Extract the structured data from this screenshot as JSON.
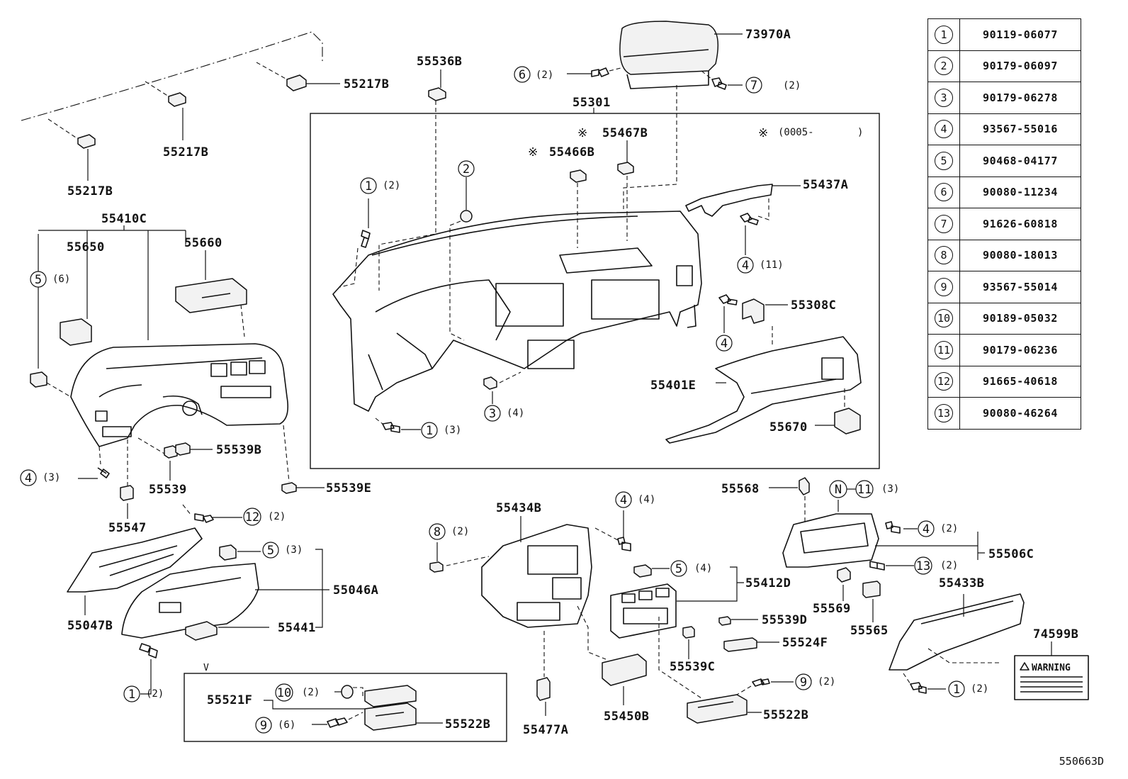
{
  "diagram": {
    "callouts": {
      "p73970A": "73970A",
      "p55536B": "55536B",
      "p55217B_a": "55217B",
      "p55217B_b": "55217B",
      "p55217B_c": "55217B",
      "p55301": "55301",
      "p55467B": "55467B",
      "p55466B": "55466B",
      "p55437A": "55437A",
      "p55410C": "55410C",
      "p55650": "55650",
      "p55660": "55660",
      "p55308C": "55308C",
      "p55401E": "55401E",
      "p55670": "55670",
      "p55539B": "55539B",
      "p55539": "55539",
      "p55539E": "55539E",
      "p55547": "55547",
      "p55046A": "55046A",
      "p55047B": "55047B",
      "p55441": "55441",
      "p55521F": "55521F",
      "p55522B_a": "55522B",
      "p55434B": "55434B",
      "p55477A": "55477A",
      "p55450B": "55450B",
      "p55412D": "55412D",
      "p55539D": "55539D",
      "p55524F": "55524F",
      "p55539C": "55539C",
      "p55522B_b": "55522B",
      "p55568": "55568",
      "p55506C": "55506C",
      "p55569": "55569",
      "p55565": "55565",
      "p55433B": "55433B",
      "p74599B": "74599B"
    },
    "qty": {
      "q6_2": "(2)",
      "q7_2": "(2)",
      "q1_2a": "(2)",
      "q4_11": "(11)",
      "q5_6": "(6)",
      "q3_4": "(4)",
      "q1_3": "(3)",
      "q4_3": "(3)",
      "q12_2": "(2)",
      "q5_3": "(3)",
      "q1_2b": "(2)",
      "q10_2": "(2)",
      "q9_6": "(6)",
      "q8_2": "(2)",
      "q4_4": "(4)",
      "q5_4": "(4)",
      "q9_2": "(2)",
      "q11_3": "(3)",
      "q4_2": "(2)",
      "q13_2": "(2)",
      "q1_2c": "(2)"
    },
    "circles": {
      "c6": "6",
      "c7": "7",
      "c1a": "1",
      "c2": "2",
      "c4a": "4",
      "c4b": "4",
      "c5a": "5",
      "c3": "3",
      "c1b": "1",
      "c4c": "4",
      "c12": "12",
      "c5b": "5",
      "c1c": "1",
      "c10": "10",
      "c9a": "9",
      "c8": "8",
      "c4d": "4",
      "c5c": "5",
      "c9b": "9",
      "cN": "N",
      "c11": "11",
      "c4e": "4",
      "c13": "13",
      "c1d": "1"
    },
    "notes": {
      "star1": "※",
      "star2": "※",
      "star3": "※",
      "range": "(0005-",
      "range_close": ")",
      "view": "V",
      "warning_label": "WARNING"
    }
  },
  "legend": [
    {
      "key": "1",
      "part": "90119-06077"
    },
    {
      "key": "2",
      "part": "90179-06097"
    },
    {
      "key": "3",
      "part": "90179-06278"
    },
    {
      "key": "4",
      "part": "93567-55016"
    },
    {
      "key": "5",
      "part": "90468-04177"
    },
    {
      "key": "6",
      "part": "90080-11234"
    },
    {
      "key": "7",
      "part": "91626-60818"
    },
    {
      "key": "8",
      "part": "90080-18013"
    },
    {
      "key": "9",
      "part": "93567-55014"
    },
    {
      "key": "10",
      "part": "90189-05032"
    },
    {
      "key": "11",
      "part": "90179-06236"
    },
    {
      "key": "12",
      "part": "91665-40618"
    },
    {
      "key": "13",
      "part": "90080-46264"
    }
  ],
  "footer": {
    "diagram_id": "550663D"
  }
}
